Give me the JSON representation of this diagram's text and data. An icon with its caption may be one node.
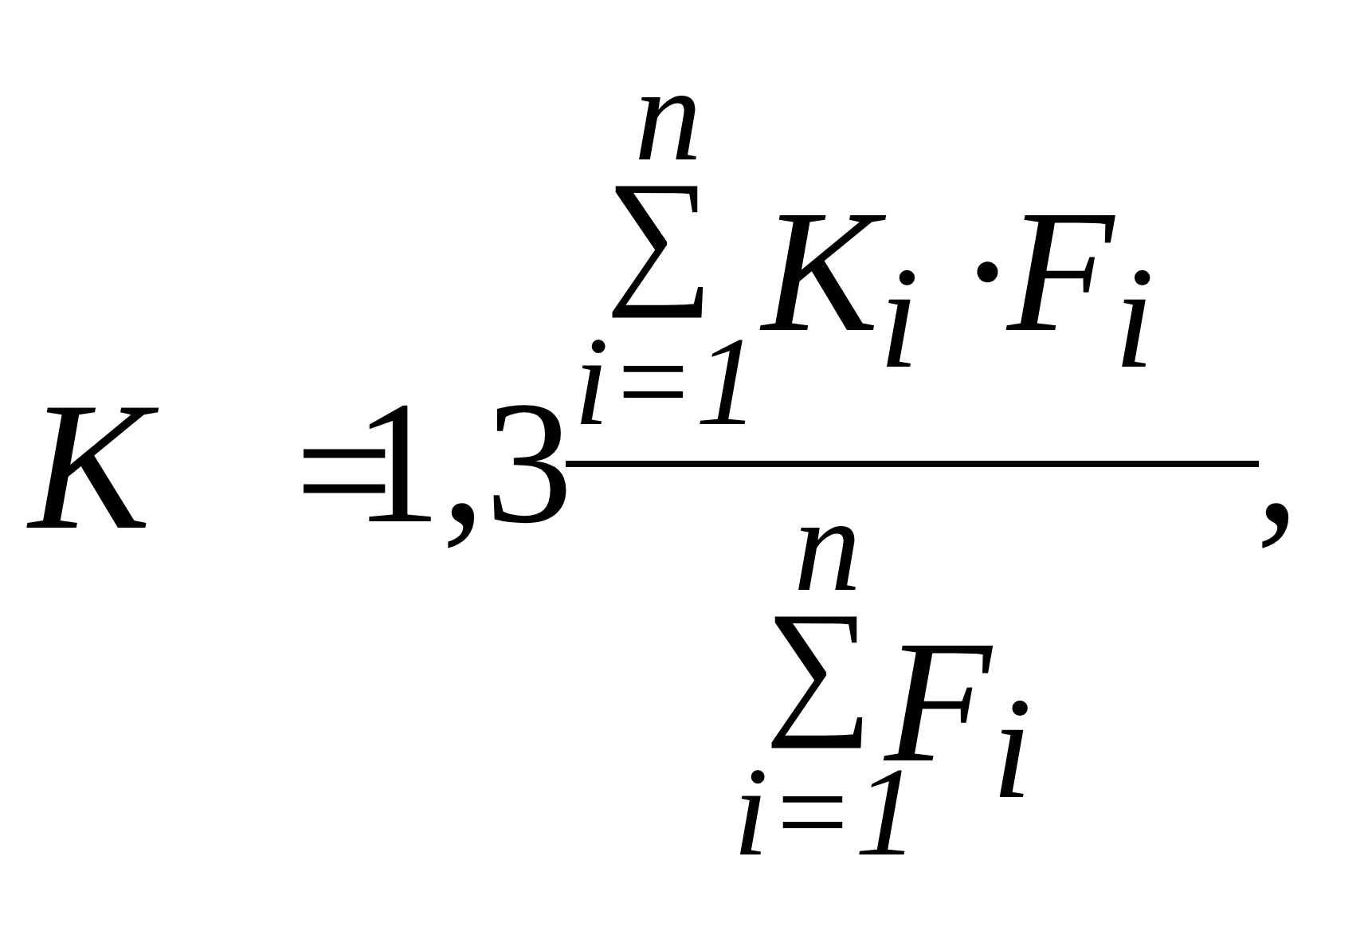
{
  "diagram": {
    "labels": [
      "K",
      "=",
      "1,3",
      "n",
      "∑",
      "K$_{i}$ ·F$_{i}$",
      "i=1",
      "n",
      "∑",
      "F$_{i}$",
      "i=1",
      ","
    ]
  }
}
